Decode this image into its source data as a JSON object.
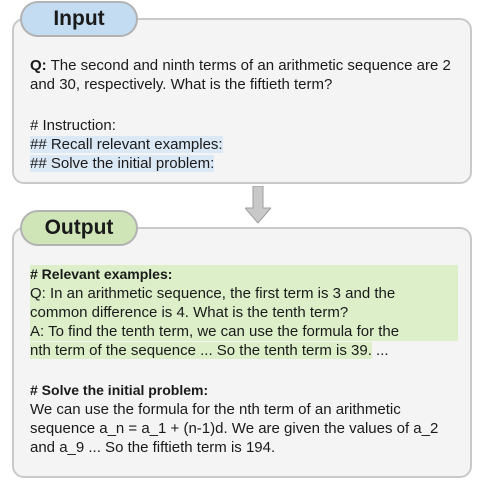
{
  "input": {
    "label": "Input",
    "question_prefix": "Q:",
    "question_text": " The second and ninth terms of an arithmetic sequence are 2 and 30, respectively. What is the fiftieth term?",
    "instructions": [
      "# Instruction:",
      "## Recall relevant examples:",
      "## Solve the initial problem:"
    ]
  },
  "output": {
    "label": "Output",
    "relevant_heading": "# Relevant examples:",
    "relevant_lines": [
      "Q: In an arithmetic sequence, the first term is 3 and the",
      "common difference is 4. What is the tenth term?",
      "A: To find the tenth term, we can use the formula for the",
      "nth term of the sequence ... So the tenth term is 39."
    ],
    "relevant_tail": " ...",
    "solve_heading": "# Solve the initial problem:",
    "solve_text": "We can use the formula for the nth term of an arithmetic sequence a_n = a_1 + (n-1)d. We are given the values of a_2 and a_9 ... So the fiftieth term is 194."
  },
  "colors": {
    "input_pill": "#c3dcf2",
    "output_pill": "#cfe5b8",
    "input_highlight": "#dbe8f5",
    "output_highlight": "#dcefc9",
    "panel_bg": "#f4f4f4",
    "arrow": "#c8c8c8"
  }
}
